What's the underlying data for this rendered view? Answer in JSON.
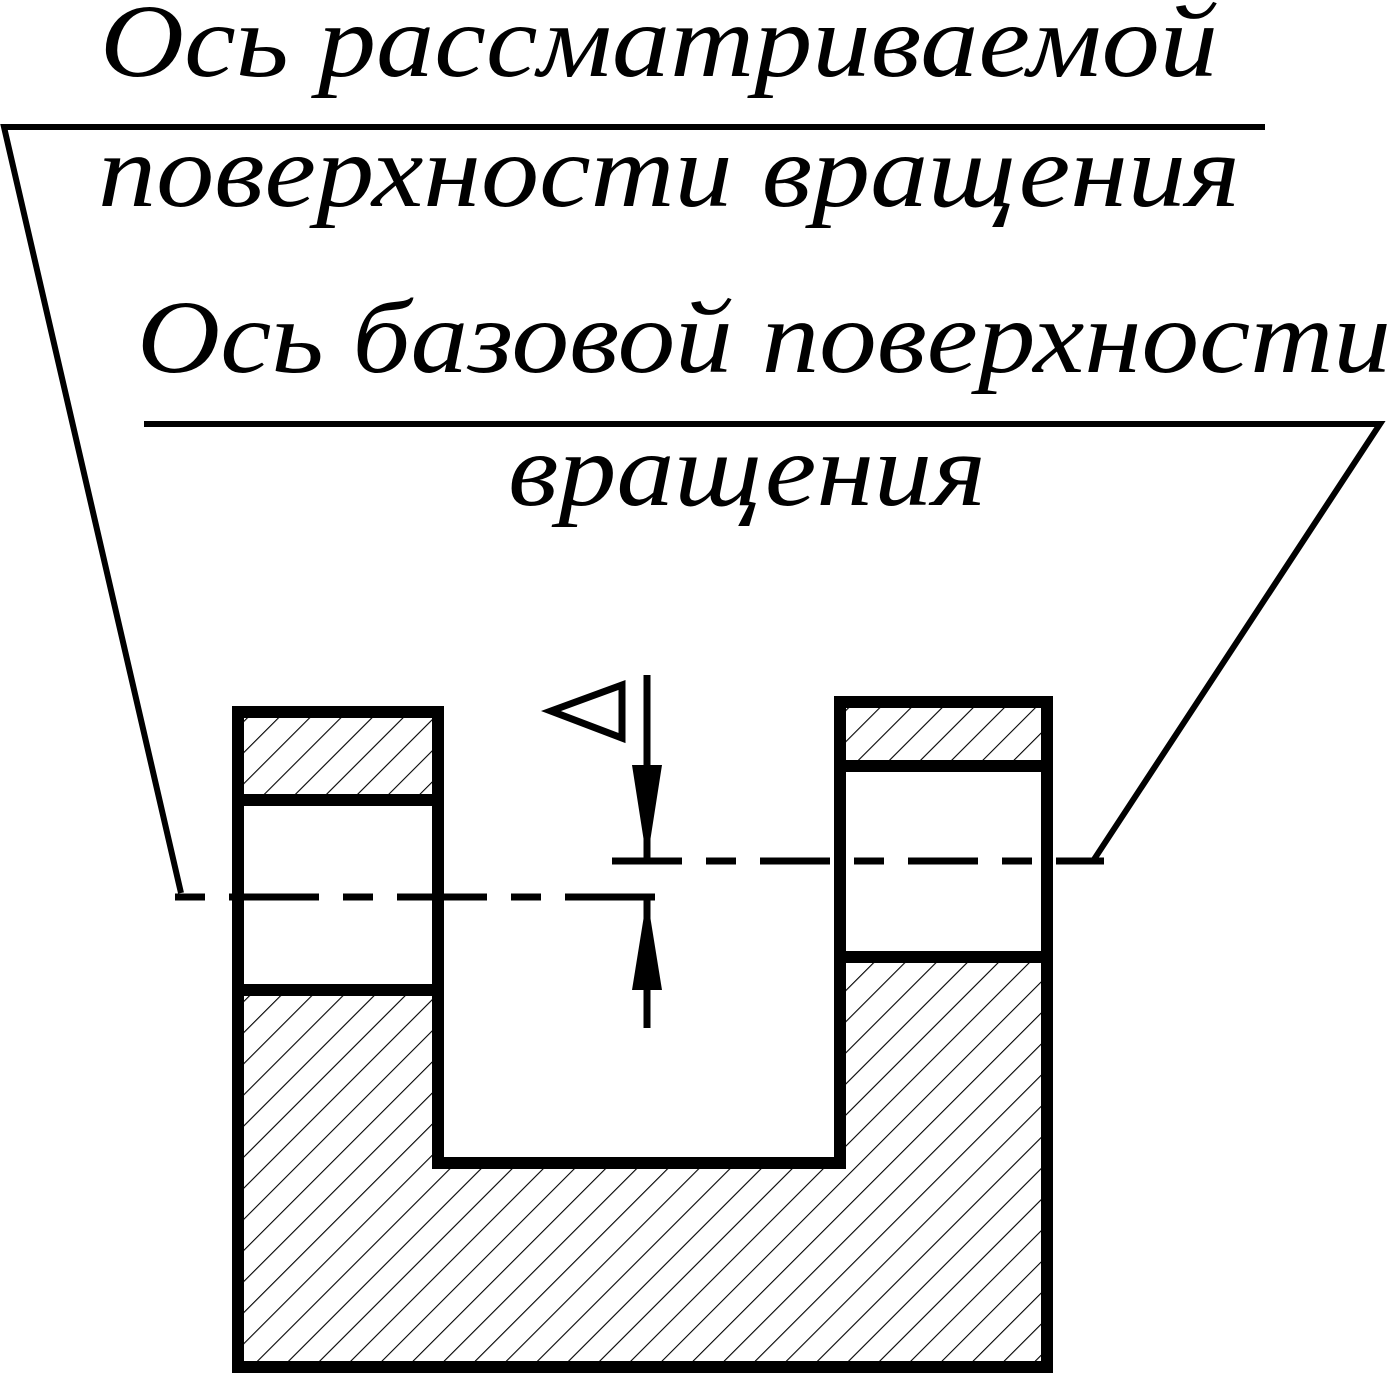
{
  "labels": {
    "measured_axis_line1": "Ось рассматриваемой",
    "measured_axis_line2": "поверхности вращения",
    "base_axis_line1": "Ось базовой поверхности",
    "base_axis_line2": "вращения"
  },
  "symbols": {
    "deviation_symbol": "triangle-deviation-symbol"
  },
  "colors": {
    "ink": "#000000",
    "paper": "#ffffff"
  }
}
